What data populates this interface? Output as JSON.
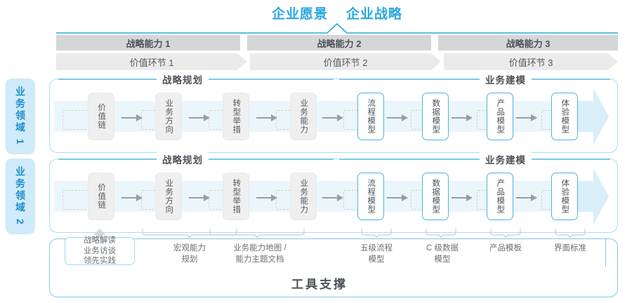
{
  "top": {
    "titles": [
      "企业愿景",
      "企业战略"
    ],
    "accent": "#28a8e0"
  },
  "capability_bars": [
    {
      "label": "战略能力 1"
    },
    {
      "label": "战略能力 2"
    },
    {
      "label": "战略能力 3"
    }
  ],
  "value_bars": [
    {
      "label": "价值环节 1"
    },
    {
      "label": "价值环节 2"
    },
    {
      "label": "价值环节 3"
    }
  ],
  "side_labels": [
    {
      "label": "业务领域 1"
    },
    {
      "label": "业务领域 2"
    }
  ],
  "sections": {
    "left": "战略规划",
    "right": "业务建模"
  },
  "steps": {
    "left": [
      "价值链",
      "业务方向",
      "转型举措",
      "业务能力"
    ],
    "right": [
      "流程模型",
      "数据模型",
      "产品模型",
      "体验模型"
    ]
  },
  "bottom_captions": [
    {
      "label": "战略解读\n业务访谈\n领先实践",
      "boxed": true
    },
    {
      "label": "宏观能力\n规划",
      "boxed": false
    },
    {
      "label": "业务能力地图 /\n能力主题文档",
      "boxed": false
    },
    {
      "label": "五级流程\n模型",
      "boxed": false
    },
    {
      "label": "C 级数据\n模型",
      "boxed": false
    },
    {
      "label": "产品模板",
      "boxed": false
    },
    {
      "label": "界面标准",
      "boxed": false
    }
  ],
  "tools": {
    "title": "工具支撑"
  },
  "colors": {
    "accent_blue": "#28a8e0",
    "light_blue_border": "#a9dcf2",
    "band_blue": "#eaf6fc",
    "bar_grey": "#d4d6d7",
    "bar_light_grey": "#ebebeb",
    "box_grey": "#efefef",
    "text_grey": "#55595e"
  }
}
